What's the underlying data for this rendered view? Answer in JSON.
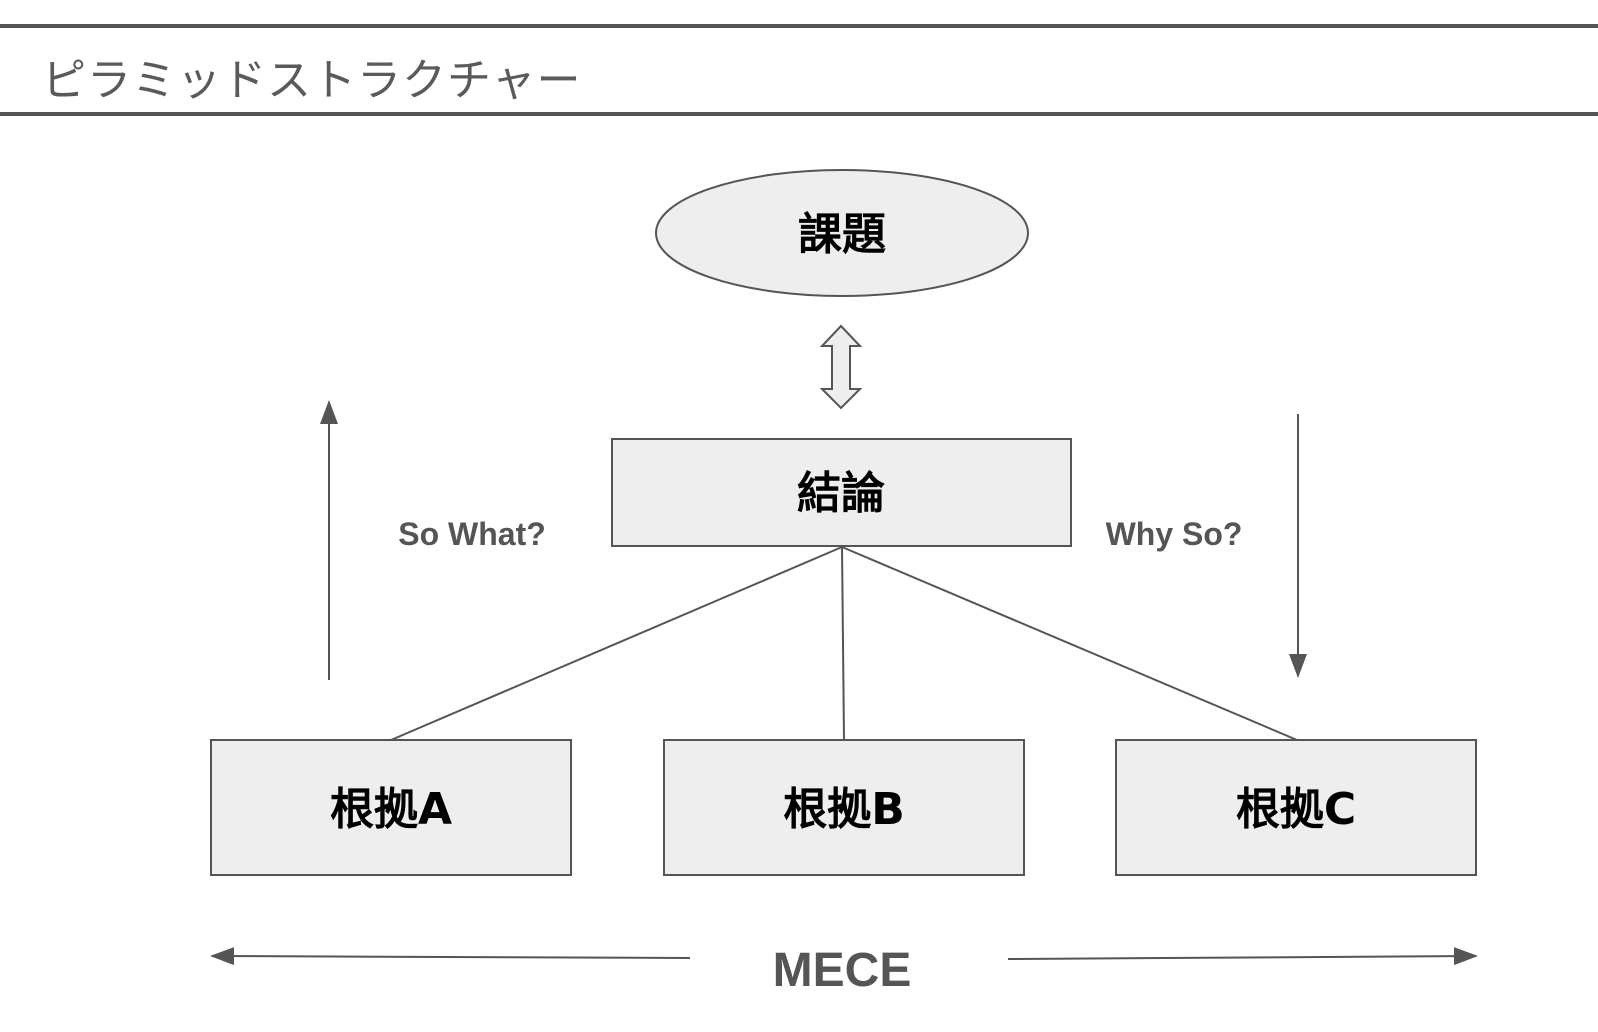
{
  "header": {
    "title": "ピラミッドストラクチャー"
  },
  "diagram": {
    "issue": "課題",
    "conclusion": "結論",
    "evidence": [
      "根拠A",
      "根拠B",
      "根拠C"
    ],
    "left_label": "So What?",
    "right_label": "Why So?",
    "bottom_label": "MECE"
  },
  "colors": {
    "line": "#555555",
    "box_fill": "#eeeeee",
    "box_stroke": "#555555",
    "title_text": "#5a5a5a"
  }
}
